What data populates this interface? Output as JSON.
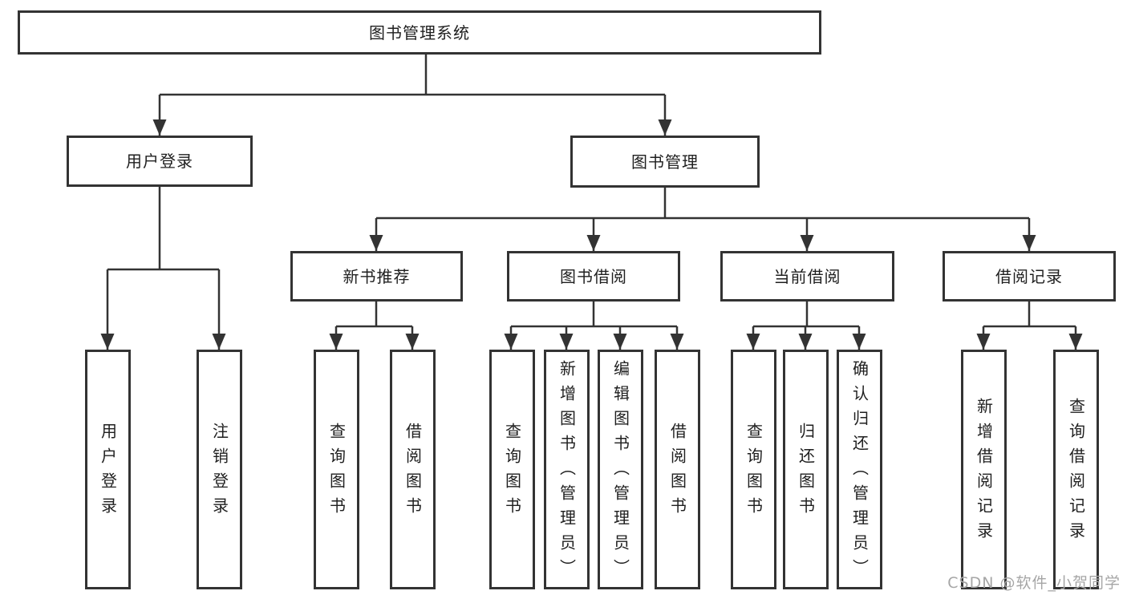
{
  "colors": {
    "line": "#333333",
    "text": "#1f1f1f",
    "box_background": "#ffffff",
    "watermark": "#a6a6a6"
  },
  "watermark": {
    "text": "CSDN @软件_小贺同学"
  },
  "tree": {
    "root": {
      "label": "图书管理系统"
    },
    "children": [
      {
        "label": "用户登录",
        "children": [
          {
            "label": "用户登录"
          },
          {
            "label": "注销登录"
          }
        ]
      },
      {
        "label": "图书管理",
        "children": [
          {
            "label": "新书推荐",
            "children": [
              {
                "label": "查询图书"
              },
              {
                "label": "借阅图书"
              }
            ]
          },
          {
            "label": "图书借阅",
            "children": [
              {
                "label": "查询图书"
              },
              {
                "label": "新增图书（管理员）"
              },
              {
                "label": "编辑图书（管理员）"
              },
              {
                "label": "借阅图书"
              }
            ]
          },
          {
            "label": "当前借阅",
            "children": [
              {
                "label": "查询图书"
              },
              {
                "label": "归还图书"
              },
              {
                "label": "确认归还（管理员）"
              }
            ]
          },
          {
            "label": "借阅记录",
            "children": [
              {
                "label": "新增借阅记录"
              },
              {
                "label": "查询借阅记录"
              }
            ]
          }
        ]
      }
    ]
  }
}
